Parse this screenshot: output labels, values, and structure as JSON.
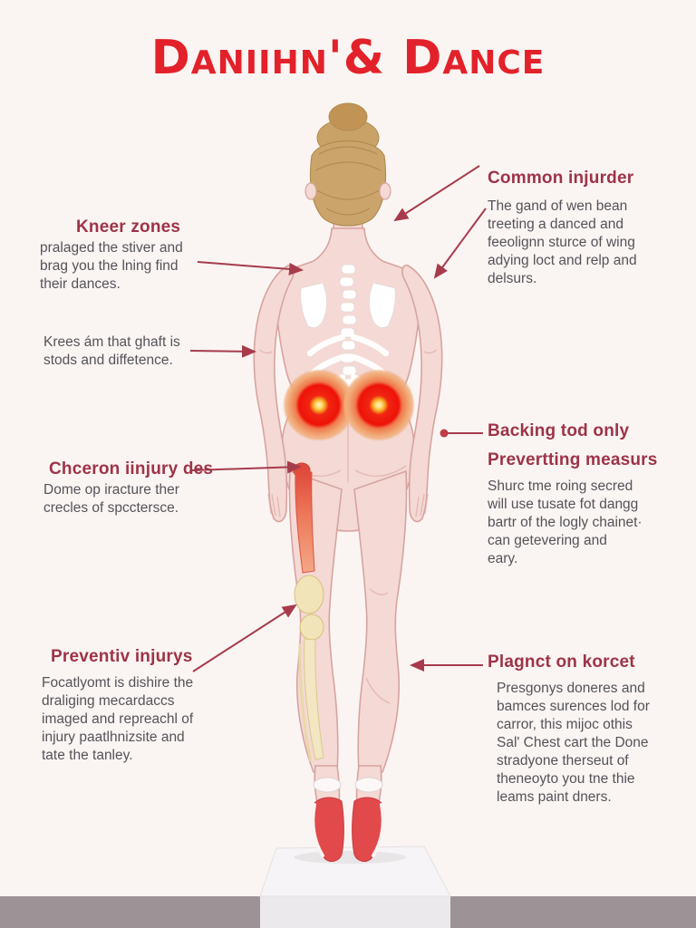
{
  "title": "Daniihn'& Dance",
  "figure": {
    "description": "Rear view of a ballerina with hair bun standing on pointe on a white pedestal; spine, scapulae and ribs shown in white; red pain glow on both glutes; left femur, knee and tibia bones highlighted; red pointe shoes"
  },
  "colors": {
    "background": "#FAF5F2",
    "title_red": "#E3212B",
    "heading_red": "#9E3347",
    "body_text": "#55525A",
    "annotation_line": "#A73B4C",
    "skin": "#F4D9D4",
    "hair": "#C9A268",
    "bone_white": "#FFFFFF",
    "pain_glow_red": "#EE1111",
    "pain_glow_orange": "#EFA06B",
    "pain_glow_center": "#FFE9A0",
    "femur_highlight": "#ED7A5C",
    "knee_bone": "#F1E4B8",
    "pointe_shoe_red": "#E1494B",
    "pedestal_white": "#F6F4F6",
    "floor_band_gray": "#9C9396"
  },
  "annotations": {
    "kneer": {
      "heading": "Kneer zones",
      "lines": [
        "pralaged the stiver and",
        "brag you the lning find",
        "their dances."
      ]
    },
    "krees": {
      "lines": [
        "Krees ám that ghaft is",
        "stods and diffetence."
      ]
    },
    "chceron": {
      "heading": "Chceron iinjury des",
      "lines": [
        "Dome op iracture ther",
        "crecles of spcctersce."
      ]
    },
    "preventiv": {
      "heading": "Preventiv injurys",
      "lines": [
        "Focatlyomt is dishire the",
        "draliging mecardaccs",
        "imaged and repreachl of",
        "injury paatlhnizsite and",
        "tate the tanley."
      ]
    },
    "common": {
      "heading": "Common injurder",
      "lines": [
        "The gand of wen bean",
        "treeting a danced and",
        "feeolignn sturce of wing",
        "adying loct and relp and",
        "delsurs."
      ]
    },
    "backing": {
      "heading": "Backing tod only",
      "heading2": "Prevertting measurs",
      "lines": [
        "Shurc tme roing secred",
        "will use tusate fot dangg",
        "bartr of the logly chainet·",
        "can getevering and",
        "eary."
      ]
    },
    "plagnct": {
      "heading": "Plagnct on korcet",
      "lines": [
        "Presgonys doneres and",
        "bamces surences lod for",
        "carror, this mijoc othis",
        "Sal' Chest cart the Done",
        "stradyone therseut of",
        "theneoyto you tne thie",
        "leams paint dners."
      ]
    }
  }
}
